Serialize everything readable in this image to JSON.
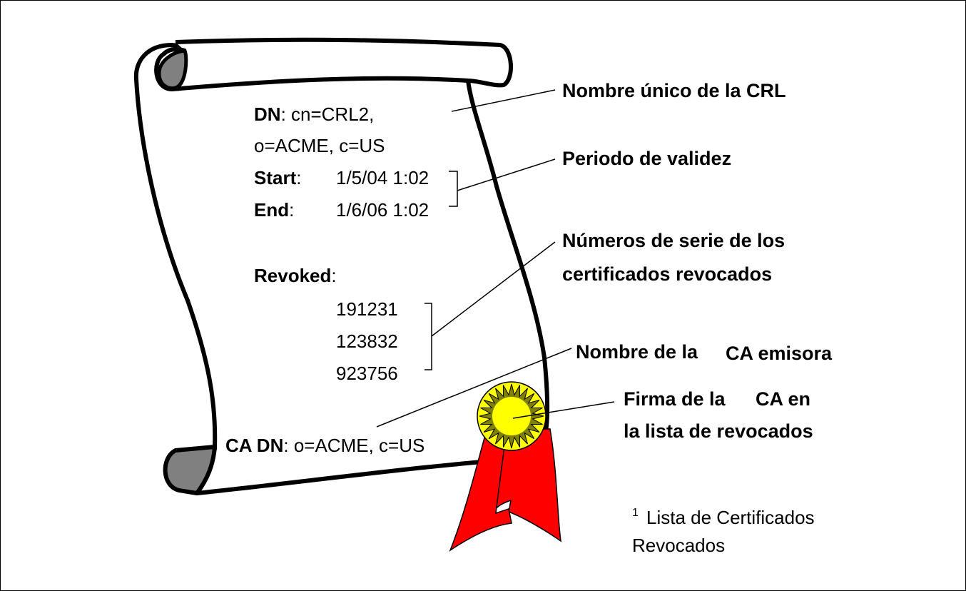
{
  "crl": {
    "dn_label": "DN",
    "dn_value": ": cn=CRL2,",
    "dn_value2": "o=ACME, c=US",
    "start_label": "Start",
    "start_colon": ":",
    "start_value": "1/5/04 1:02",
    "end_label": "End",
    "end_colon": ":",
    "end_value": "1/6/06 1:02",
    "revoked_label": "Revoked",
    "revoked_colon": ":",
    "revoked_serials": [
      "191231",
      "123832",
      "923756"
    ],
    "ca_dn_label": "CA DN",
    "ca_dn_value": ": o=ACME, c=US"
  },
  "annotations": {
    "unique_name": "Nombre único de la CRL",
    "validity": "Periodo de validez",
    "serials_line1": "Números de serie de los",
    "serials_line2": "certificados revocados",
    "issuer_name_a": "Nombre de la",
    "issuer_name_b": "CA emisora",
    "signature_line1_a": "Firma de la",
    "signature_line1_b": "CA en",
    "signature_line2": "la lista de revocados"
  },
  "footnote": {
    "marker": "1",
    "line1": "Lista de Certificados",
    "line2": "Revocados"
  },
  "colors": {
    "seal_yellow": "#ffff00",
    "seal_olive": "#808000",
    "ribbon_red": "#ff0000",
    "roll_gray": "#808080"
  }
}
